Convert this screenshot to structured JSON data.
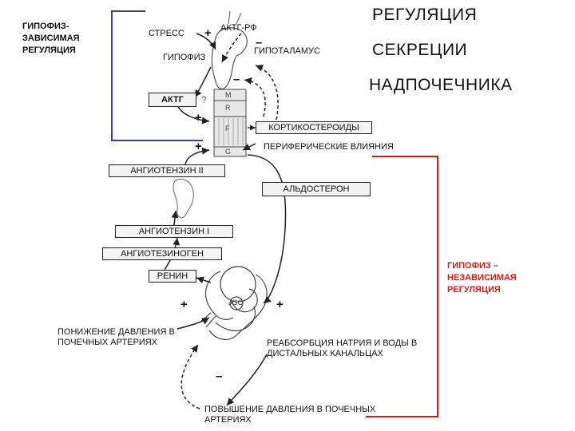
{
  "title": {
    "line1": "РЕГУЛЯЦИЯ",
    "line2": "СЕКРЕЦИИ",
    "line3": "НАДПОЧЕЧНИКА"
  },
  "left_label": {
    "line1": "ГИПОФИЗ-",
    "line2": "ЗАВИСИМАЯ",
    "line3": "РЕГУЛЯЦИЯ"
  },
  "right_label": {
    "line1": "ГИПОФИЗ –",
    "line2": "НЕЗАВИСИМАЯ",
    "line3": "РЕГУЛЯЦИЯ"
  },
  "labels": {
    "stress": "СТРЕСС",
    "acth_rf": "АКТГ-РФ",
    "hypothalamus": "ГИПОТАЛАМУС",
    "pituitary": "ГИПОФИЗ",
    "peripheral": "ПЕРИФЕРИЧЕСКИЕ  ВЛИЯНИЯ",
    "pressure_drop": "ПОНИЖЕНИЕ ДАВЛЕНИЯ В\nПОЧЕЧНЫХ АРТЕРИЯХ",
    "reabsorption": "РЕАБСОРБЦИЯ НАТРИЯ И ВОДЫ В\nДИСТАЛЬНЫХ КАНАЛЬЦАХ",
    "pressure_rise": "ПОВЫШЕНИЕ ДАВЛЕНИЯ В ПОЧЕЧНЫХ\nАРТЕРИЯХ"
  },
  "boxes": {
    "acth": "АКТГ",
    "corticosteroids": "КОРТИКОСТЕРОИДЫ",
    "angiotensin2": "АНГИОТЕНЗИН II",
    "aldosterone": "АЛЬДОСТЕРОН",
    "angiotensin1": "АНГИОТЕНЗИН I",
    "angiotensinogen": "АНГИОТЕЗИНОГЕН",
    "renin": "РЕНИН"
  },
  "adrenal_zones": {
    "m": "M",
    "r": "R",
    "f": "F",
    "g": "G"
  },
  "jgc_label": "JGC",
  "colors": {
    "left_bracket": "#3b3fa0",
    "right_bracket": "#d41a1a",
    "right_text": "#d41a1a"
  }
}
